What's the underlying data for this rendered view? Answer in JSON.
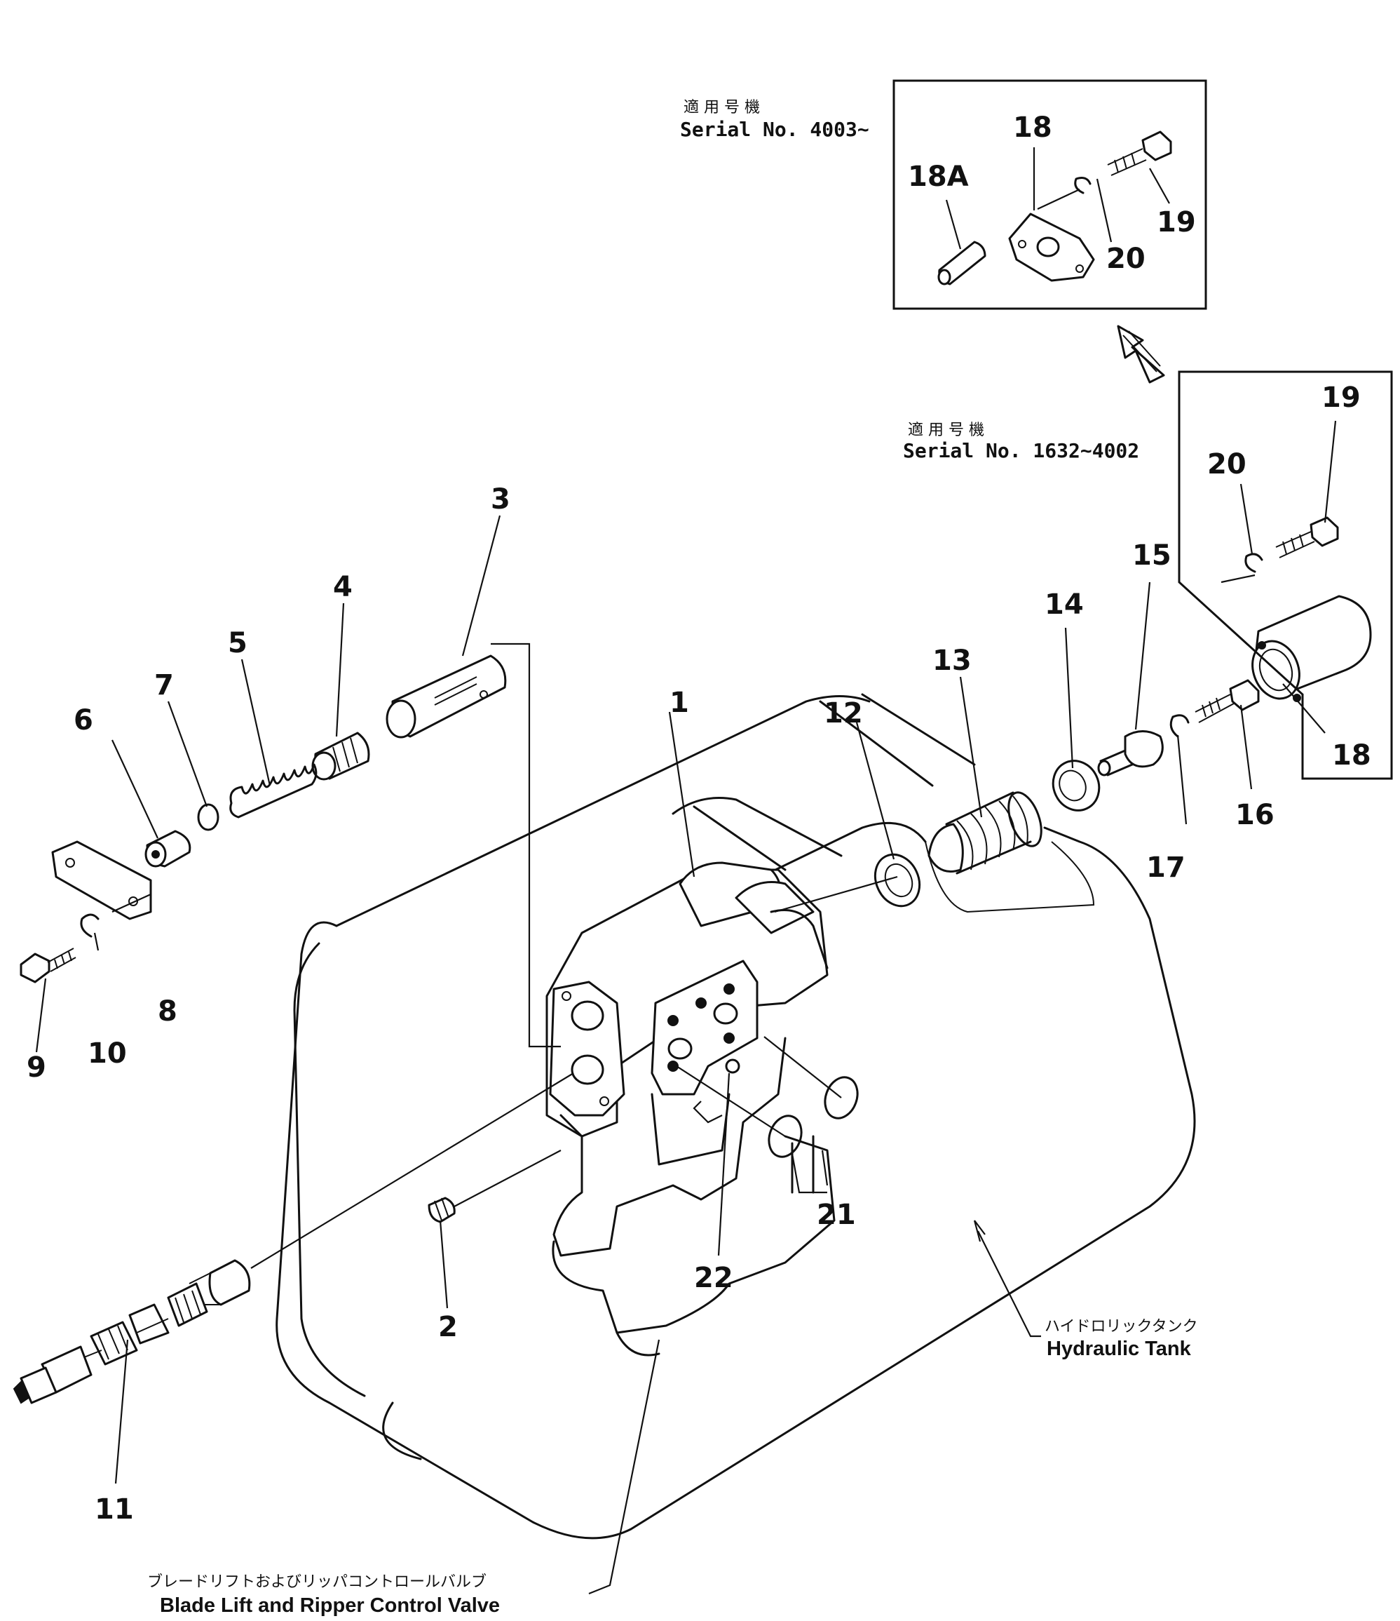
{
  "inset_new": {
    "jp": "適 用 号 機",
    "serial": "Serial No. 4003~"
  },
  "inset_old": {
    "jp": "適 用 号 機",
    "serial": "Serial No. 1632~4002"
  },
  "callouts": {
    "c1": "1",
    "c2": "2",
    "c3": "3",
    "c4": "4",
    "c5": "5",
    "c6": "6",
    "c7": "7",
    "c8": "8",
    "c9": "9",
    "c10": "10",
    "c11": "11",
    "c12": "12",
    "c13": "13",
    "c14": "14",
    "c15": "15",
    "c16": "16",
    "c17": "17",
    "c18_new": "18",
    "c18a": "18A",
    "c19_new": "19",
    "c20_new": "20",
    "c18_old": "18",
    "c19_old": "19",
    "c20_old": "20",
    "c21": "21",
    "c22": "22"
  },
  "tank_label": {
    "jp": "ハイドロリックタンク",
    "en": "Hydraulic Tank"
  },
  "valve_label": {
    "jp": "ブレードリフトおよびリッパコントロールバルブ",
    "en": "Blade Lift and Ripper Control Valve"
  }
}
